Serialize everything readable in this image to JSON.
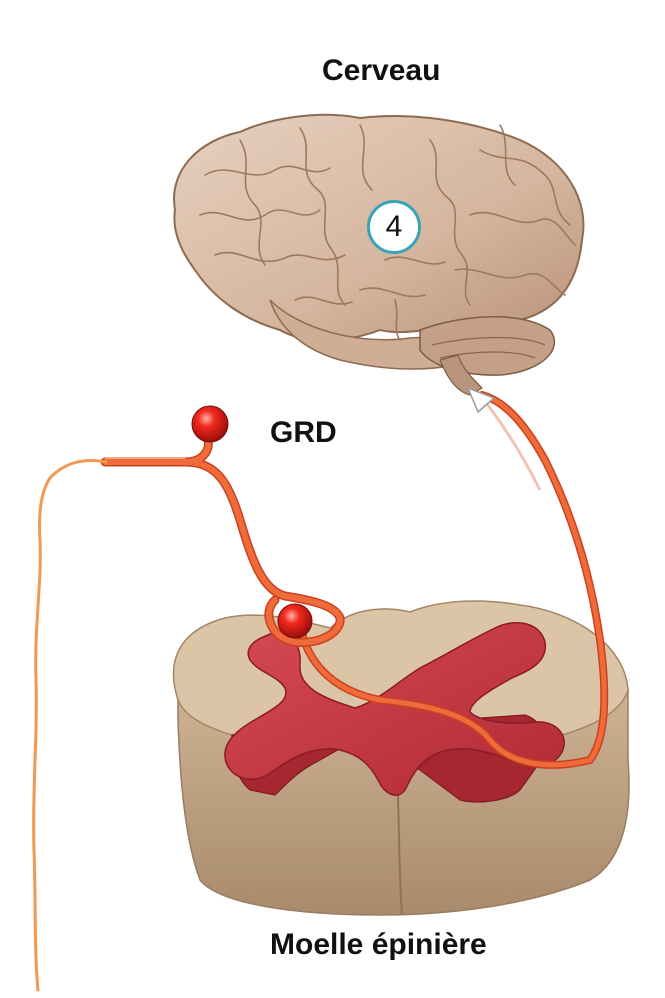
{
  "labels": {
    "brain": "Cerveau",
    "ganglion": "GRD",
    "spinal_cord": "Moelle épinière"
  },
  "step_badge": "4",
  "colors": {
    "nerve": "#f06a3a",
    "nerve_outline": "#c94220",
    "peripheral_fiber": "#f29a54",
    "gray_matter": "#c8353f",
    "white_matter": "#d9c0a3",
    "brain": "#d8bba4",
    "ganglion": "#e01a1a",
    "badge_border": "#3aa3b8"
  },
  "icons": [
    "brain-illustration",
    "spinal-cord-cross-section",
    "ganglion-sphere",
    "arrow-head-icon"
  ]
}
